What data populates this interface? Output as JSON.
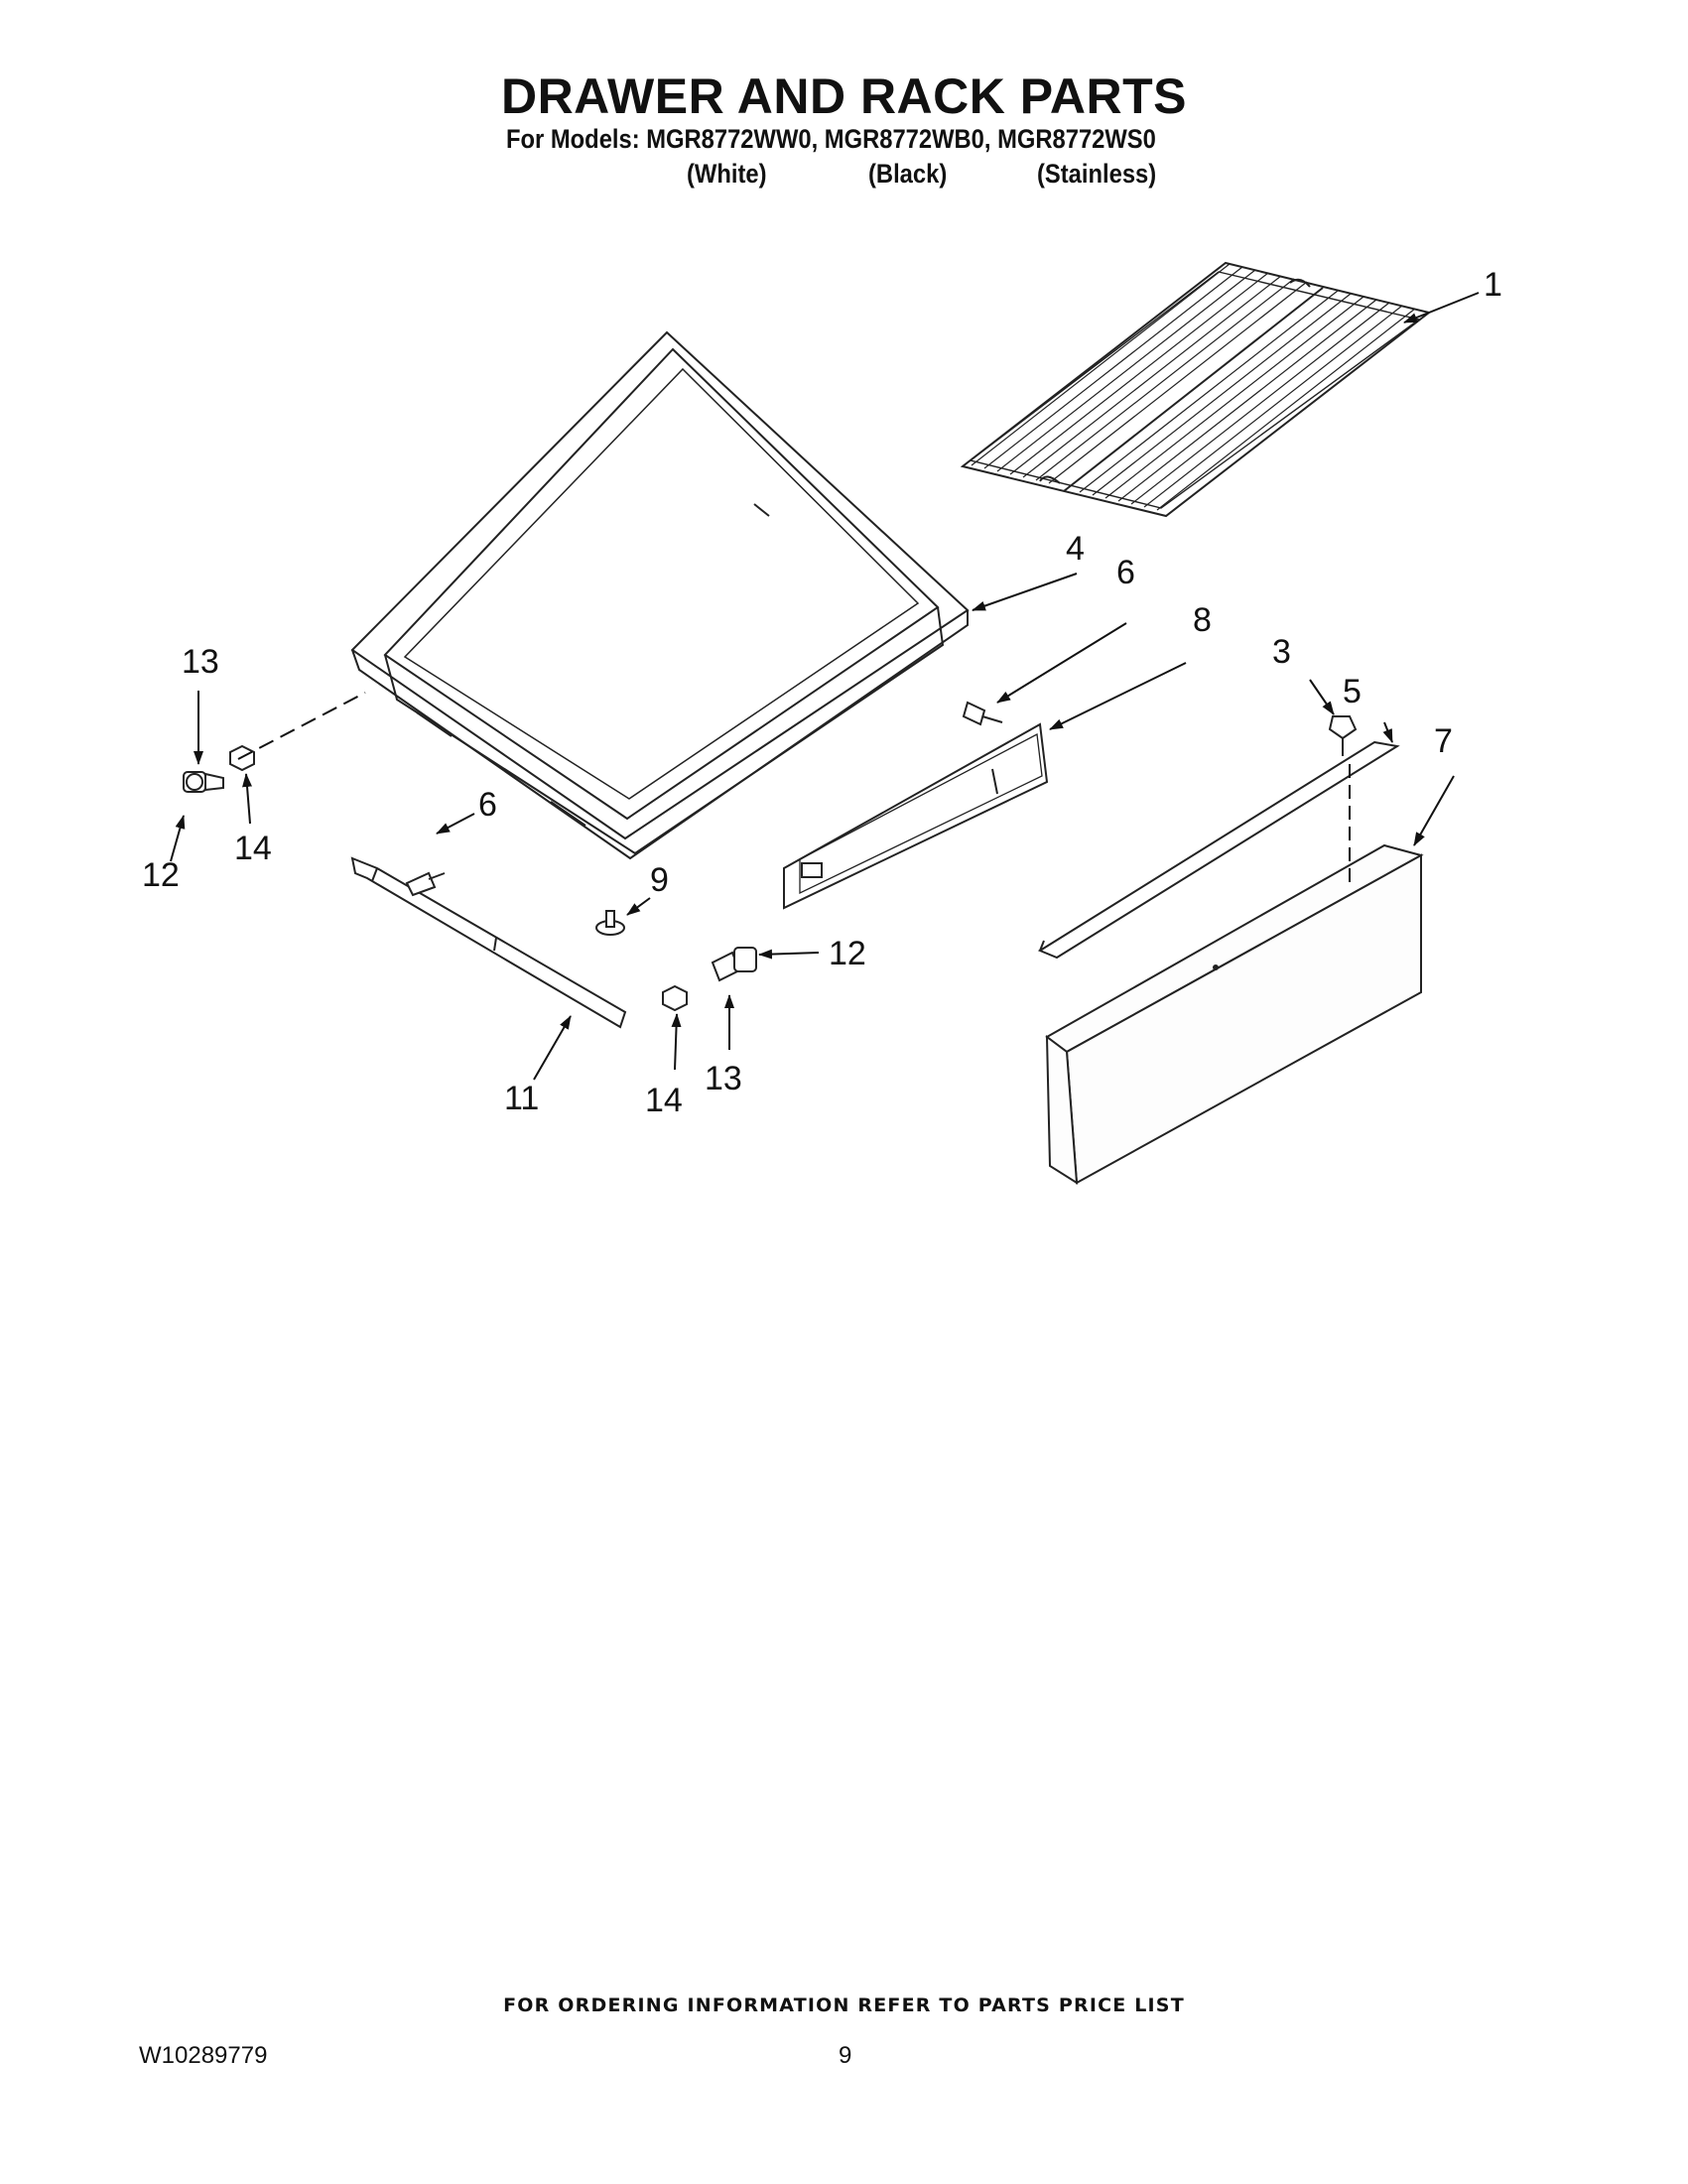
{
  "header": {
    "title": "DRAWER AND RACK PARTS",
    "models_label": "For Models: MGR8772WW0, MGR8772WB0, MGR8772WS0",
    "color_white": "(White)",
    "color_black": "(Black)",
    "color_stainless": "(Stainless)"
  },
  "callouts": {
    "c1": "1",
    "c3": "3",
    "c4": "4",
    "c5": "5",
    "c6a": "6",
    "c6b": "6",
    "c7": "7",
    "c8": "8",
    "c9": "9",
    "c11": "11",
    "c12a": "12",
    "c12b": "12",
    "c13a": "13",
    "c13b": "13",
    "c14a": "14",
    "c14b": "14"
  },
  "footer": {
    "ordering_note": "FOR ORDERING INFORMATION REFER TO PARTS PRICE LIST",
    "document_number": "W10289779",
    "page_number": "9"
  }
}
